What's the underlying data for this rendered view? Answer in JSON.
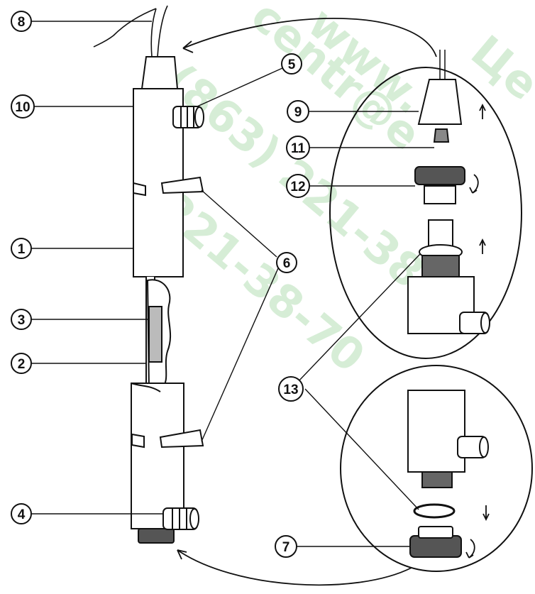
{
  "callouts": {
    "c1": "1",
    "c2": "2",
    "c3": "3",
    "c4": "4",
    "c5": "5",
    "c6": "6",
    "c7": "7",
    "c8": "8",
    "c9": "9",
    "c10": "10",
    "c11": "11",
    "c12": "12",
    "c13": "13"
  },
  "watermark": {
    "line1": "www.",
    "line2": "(863) 221-38-7",
    "line3": "centr@e",
    "line4": "221-38-70",
    "line5": "Це"
  },
  "colors": {
    "line": "#111111",
    "watermark": "#c9e8c9",
    "background": "#ffffff"
  }
}
